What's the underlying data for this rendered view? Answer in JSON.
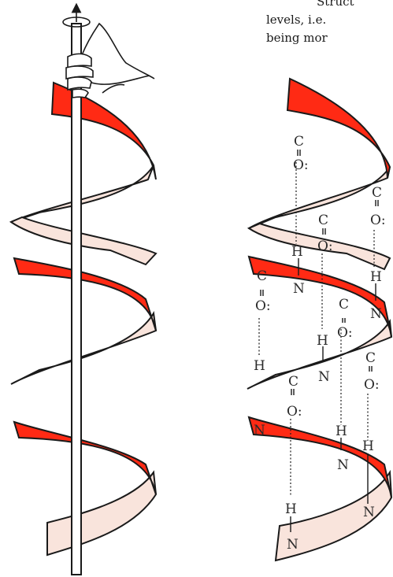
{
  "caption": {
    "line1": "Struct",
    "line2": "levels, i.e.",
    "line3": "being mor"
  },
  "colors": {
    "ribbon_front": "#ff2a14",
    "ribbon_back": "#f9e4dc",
    "outline": "#1a1a1a",
    "rod": "#ffffff"
  },
  "labels": {
    "carbon": "C",
    "oxygen": "O:",
    "nitrogen": "N",
    "hydrogen": "H"
  }
}
